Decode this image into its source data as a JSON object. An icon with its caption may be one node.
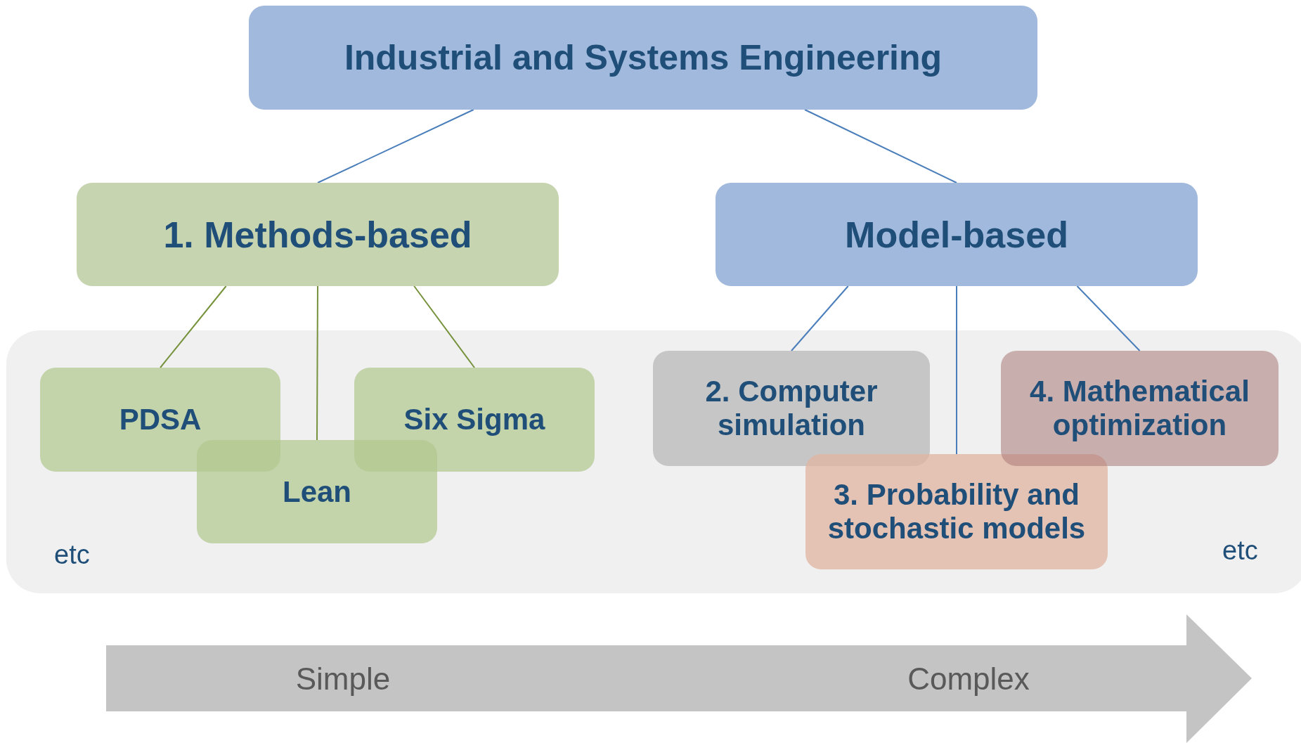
{
  "diagram": {
    "nodes": [
      {
        "text": [
          "Industrial and Systems Engineering"
        ]
      },
      {
        "text": [
          "1. Methods-based"
        ]
      },
      {
        "text": [
          "Model-based"
        ]
      },
      {
        "text": [
          "etc",
          "etc"
        ]
      },
      {
        "text": [
          "PDSA"
        ],
        "in": 3
      },
      {
        "text": [
          "Lean"
        ],
        "in": 3
      },
      {
        "text": [
          "Six Sigma"
        ],
        "in": 3
      },
      {
        "text": [
          "2. Computer simulation"
        ],
        "in": 3
      },
      {
        "text": [
          "3. Probability and stochastic models"
        ],
        "in": 3
      },
      {
        "text": [
          "4. Mathematical optimization"
        ],
        "in": 3
      }
    ],
    "edges": [
      {
        "from": 0,
        "to": 1,
        "arrow": "none"
      },
      {
        "from": 0,
        "to": 2,
        "arrow": "none"
      },
      {
        "from": 1,
        "to": 4,
        "arrow": "none",
        "color": "#76923c"
      },
      {
        "from": 1,
        "to": 5,
        "arrow": "none",
        "color": "#76923c"
      },
      {
        "from": 1,
        "to": 6,
        "arrow": "none",
        "color": "#76923c"
      },
      {
        "from": 2,
        "to": 7,
        "arrow": "none"
      },
      {
        "from": 2,
        "to": 8,
        "arrow": "none"
      },
      {
        "from": 2,
        "to": 9,
        "arrow": "none"
      }
    ],
    "labels": [
      "Simple",
      "Complex"
    ]
  }
}
